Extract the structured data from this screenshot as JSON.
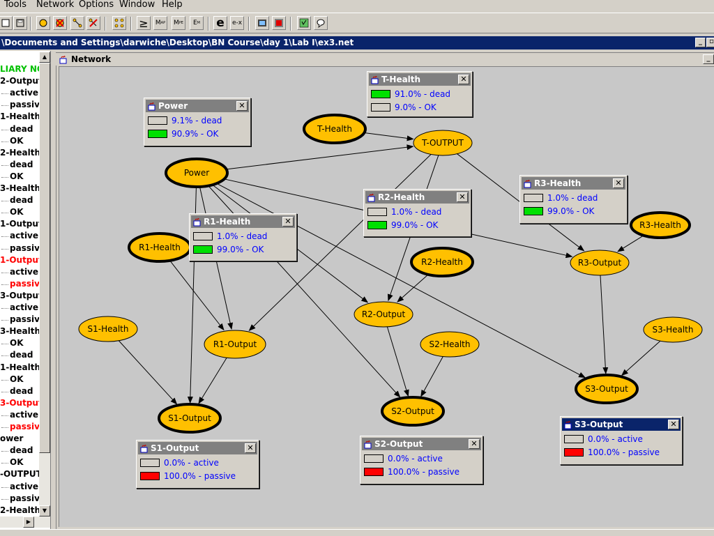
{
  "menubar": {
    "items": [
      "Tools",
      "Network",
      "Options",
      "Window",
      "Help"
    ]
  },
  "toolbar": {
    "buttons": [
      "document-icon",
      "save-icon",
      "node-tool-icon",
      "delete-node-icon",
      "edge-tool-icon",
      "delete-edge-icon",
      "layout-icon",
      "geq-icon",
      "map-p-icon",
      "mpe-p-icon",
      "em-icon",
      "e-icon",
      "e-x-icon",
      "compile-icon",
      "record-icon",
      "query-icon",
      "help-bubble-icon"
    ],
    "labels": {
      "geq": "≥",
      "map": "M",
      "map_sub": "AP",
      "mpe": "M",
      "mpe_sub": "PE",
      "em": "E",
      "em_sub": "M",
      "e": "e",
      "ex": "e-x"
    }
  },
  "doc_title": "\\Documents and Settings\\darwiche\\Desktop\\BN Course\\day 1\\Lab I\\ex3.net",
  "network_window_title": "Network",
  "tree": [
    {
      "label": "LIARY NO",
      "color": "#00c000",
      "indent": 0
    },
    {
      "label": "2-Output",
      "color": "#000000",
      "indent": 0
    },
    {
      "label": "active",
      "color": "#000000",
      "indent": 1
    },
    {
      "label": "passiv",
      "color": "#000000",
      "indent": 1
    },
    {
      "label": "1-Health",
      "color": "#000000",
      "indent": 0
    },
    {
      "label": "dead",
      "color": "#000000",
      "indent": 1
    },
    {
      "label": "OK",
      "color": "#000000",
      "indent": 1
    },
    {
      "label": "2-Health",
      "color": "#000000",
      "indent": 0
    },
    {
      "label": "dead",
      "color": "#000000",
      "indent": 1
    },
    {
      "label": "OK",
      "color": "#000000",
      "indent": 1
    },
    {
      "label": "3-Health",
      "color": "#000000",
      "indent": 0
    },
    {
      "label": "dead",
      "color": "#000000",
      "indent": 1
    },
    {
      "label": "OK",
      "color": "#000000",
      "indent": 1
    },
    {
      "label": "1-Output",
      "color": "#000000",
      "indent": 0
    },
    {
      "label": "active",
      "color": "#000000",
      "indent": 1
    },
    {
      "label": "passiv",
      "color": "#000000",
      "indent": 1
    },
    {
      "label": "1-Output",
      "color": "#ff0000",
      "indent": 0
    },
    {
      "label": "active",
      "color": "#000000",
      "indent": 1
    },
    {
      "label": "passiv",
      "color": "#ff0000",
      "indent": 1
    },
    {
      "label": "3-Output",
      "color": "#000000",
      "indent": 0
    },
    {
      "label": "active",
      "color": "#000000",
      "indent": 1
    },
    {
      "label": "passiv",
      "color": "#000000",
      "indent": 1
    },
    {
      "label": "3-Health",
      "color": "#000000",
      "indent": 0
    },
    {
      "label": "OK",
      "color": "#000000",
      "indent": 1
    },
    {
      "label": "dead",
      "color": "#000000",
      "indent": 1
    },
    {
      "label": "1-Health",
      "color": "#000000",
      "indent": 0
    },
    {
      "label": "OK",
      "color": "#000000",
      "indent": 1
    },
    {
      "label": "dead",
      "color": "#000000",
      "indent": 1
    },
    {
      "label": "3-Output",
      "color": "#ff0000",
      "indent": 0
    },
    {
      "label": "active",
      "color": "#000000",
      "indent": 1
    },
    {
      "label": "passiv",
      "color": "#ff0000",
      "indent": 1
    },
    {
      "label": "ower",
      "color": "#000000",
      "indent": 0
    },
    {
      "label": "dead",
      "color": "#000000",
      "indent": 1
    },
    {
      "label": "OK",
      "color": "#000000",
      "indent": 1
    },
    {
      "label": "-OUTPUT",
      "color": "#000000",
      "indent": 0
    },
    {
      "label": "active",
      "color": "#000000",
      "indent": 1
    },
    {
      "label": "passiv",
      "color": "#000000",
      "indent": 1
    },
    {
      "label": "2-Health",
      "color": "#000000",
      "indent": 0
    }
  ],
  "nodes": [
    {
      "id": "T-Health",
      "label": "T-Health",
      "bold": true
    },
    {
      "id": "T-OUTPUT",
      "label": "T-OUTPUT",
      "bold": false
    },
    {
      "id": "Power",
      "label": "Power",
      "bold": true
    },
    {
      "id": "R1-Health",
      "label": "R1-Health",
      "bold": true
    },
    {
      "id": "R2-Health",
      "label": "R2-Health",
      "bold": true
    },
    {
      "id": "R3-Health",
      "label": "R3-Health",
      "bold": true
    },
    {
      "id": "R3-Output",
      "label": "R3-Output",
      "bold": false
    },
    {
      "id": "R2-Output",
      "label": "R2-Output",
      "bold": false
    },
    {
      "id": "R1-Output",
      "label": "R1-Output",
      "bold": false
    },
    {
      "id": "S1-Health",
      "label": "S1-Health",
      "bold": false
    },
    {
      "id": "S2-Health",
      "label": "S2-Health",
      "bold": false
    },
    {
      "id": "S3-Health",
      "label": "S3-Health",
      "bold": false
    },
    {
      "id": "S1-Output",
      "label": "S1-Output",
      "bold": true
    },
    {
      "id": "S2-Output",
      "label": "S2-Output",
      "bold": true
    },
    {
      "id": "S3-Output",
      "label": "S3-Output",
      "bold": true
    }
  ],
  "edges": [
    [
      "T-Health",
      "T-OUTPUT"
    ],
    [
      "Power",
      "T-OUTPUT"
    ],
    [
      "T-OUTPUT",
      "R2-Output"
    ],
    [
      "T-OUTPUT",
      "R3-Output"
    ],
    [
      "T-OUTPUT",
      "R1-Output"
    ],
    [
      "Power",
      "R1-Output"
    ],
    [
      "Power",
      "S1-Output"
    ],
    [
      "Power",
      "R2-Output"
    ],
    [
      "Power",
      "R3-Output"
    ],
    [
      "Power",
      "S2-Output"
    ],
    [
      "Power",
      "S3-Output"
    ],
    [
      "R1-Health",
      "R1-Output"
    ],
    [
      "R2-Health",
      "R2-Output"
    ],
    [
      "R3-Health",
      "R3-Output"
    ],
    [
      "R1-Output",
      "S1-Output"
    ],
    [
      "R2-Output",
      "S2-Output"
    ],
    [
      "R3-Output",
      "S3-Output"
    ],
    [
      "S1-Health",
      "S1-Output"
    ],
    [
      "S2-Health",
      "S2-Output"
    ],
    [
      "S3-Health",
      "S3-Output"
    ]
  ],
  "monitors": [
    {
      "id": "t-health",
      "title": "T-Health",
      "active": false,
      "rows": [
        {
          "text": "91.0% - dead",
          "fill": 0.91,
          "color": "#00e000"
        },
        {
          "text": "9.0% - OK",
          "fill": 0.09,
          "color": "#00e000"
        }
      ]
    },
    {
      "id": "power",
      "title": "Power",
      "active": false,
      "rows": [
        {
          "text": "9.1% - dead",
          "fill": 0.091,
          "color": "#00e000"
        },
        {
          "text": "90.9% - OK",
          "fill": 0.909,
          "color": "#00e000"
        }
      ]
    },
    {
      "id": "r2-health",
      "title": "R2-Health",
      "active": false,
      "rows": [
        {
          "text": "1.0% - dead",
          "fill": 0.01,
          "color": "#00e000"
        },
        {
          "text": "99.0% - OK",
          "fill": 0.99,
          "color": "#00e000"
        }
      ]
    },
    {
      "id": "r3-health",
      "title": "R3-Health",
      "active": false,
      "rows": [
        {
          "text": "1.0% - dead",
          "fill": 0.01,
          "color": "#00e000"
        },
        {
          "text": "99.0% - OK",
          "fill": 0.99,
          "color": "#00e000"
        }
      ]
    },
    {
      "id": "r1-health",
      "title": "R1-Health",
      "active": false,
      "rows": [
        {
          "text": "1.0% - dead",
          "fill": 0.01,
          "color": "#00e000"
        },
        {
          "text": "99.0% - OK",
          "fill": 0.99,
          "color": "#00e000"
        }
      ]
    },
    {
      "id": "s3-output",
      "title": "S3-Output",
      "active": true,
      "rows": [
        {
          "text": "0.0% - active",
          "fill": 0,
          "color": "#ff0000"
        },
        {
          "text": "100.0% - passive",
          "fill": 1,
          "color": "#ff0000"
        }
      ]
    },
    {
      "id": "s2-output",
      "title": "S2-Output",
      "active": false,
      "rows": [
        {
          "text": "0.0% - active",
          "fill": 0,
          "color": "#ff0000"
        },
        {
          "text": "100.0% - passive",
          "fill": 1,
          "color": "#ff0000"
        }
      ]
    },
    {
      "id": "s1-output",
      "title": "S1-Output",
      "active": false,
      "rows": [
        {
          "text": "0.0% - active",
          "fill": 0,
          "color": "#ff0000"
        },
        {
          "text": "100.0% - passive",
          "fill": 1,
          "color": "#ff0000"
        }
      ]
    }
  ],
  "colors": {
    "node_fill": "#ffc000",
    "title_active": "#0a246a",
    "title_inactive": "#808080",
    "prob_text": "#0000ff"
  }
}
